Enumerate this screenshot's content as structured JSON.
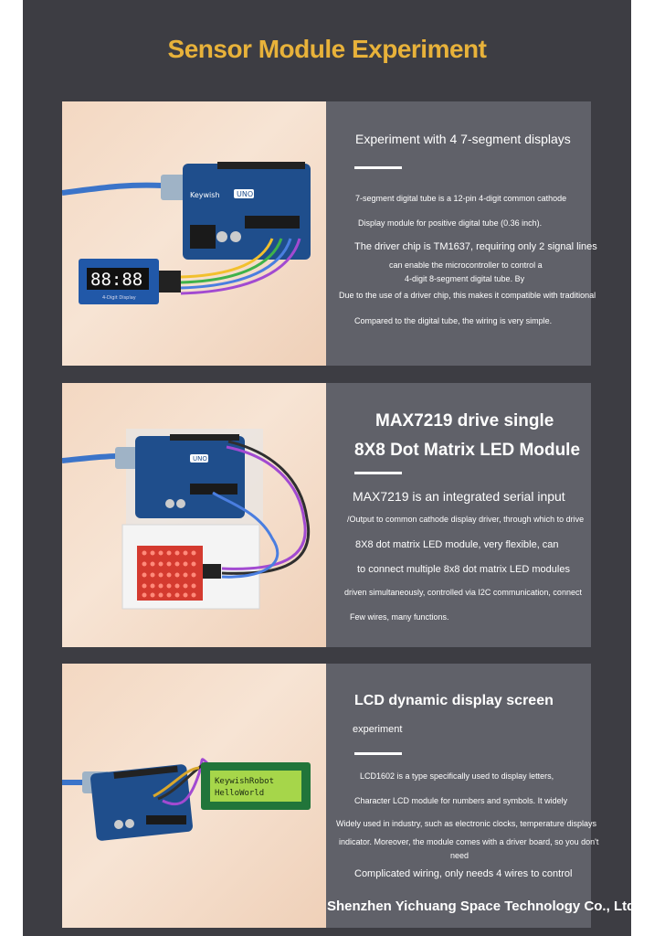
{
  "page_title": "Sensor Module Experiment",
  "sections": [
    {
      "heading": "Experiment with 4 7-segment displays",
      "lines": [
        "7-segment digital tube is a 12-pin 4-digit common cathode",
        "Display module for positive digital tube (0.36 inch).",
        "The driver chip is TM1637, requiring only 2 signal lines",
        "can enable the microcontroller to control a",
        "4-digit 8-segment digital tube. By",
        "Due to the use of a driver chip, this makes it compatible with traditional",
        "Compared to the digital tube, the wiring is very simple."
      ],
      "photo": {
        "display_text": "88:88",
        "board_label": "UNO",
        "module_label": "4-Digit Display"
      }
    },
    {
      "heading_line1": "MAX7219 drive single",
      "heading_line2": "8X8 Dot Matrix LED Module",
      "lines": [
        "MAX7219 is an integrated serial input",
        "/Output to common cathode display driver, through which to drive",
        "8X8 dot matrix LED module, very flexible, can",
        "to connect multiple 8x8 dot matrix LED modules",
        "driven simultaneously, controlled via I2C communication, connect",
        "Few wires, many functions."
      ],
      "photo": {
        "board_label": "UNO"
      }
    },
    {
      "heading_line1": "LCD dynamic display screen",
      "heading_line2": "experiment",
      "lines": [
        "LCD1602 is a type specifically used to display letters,",
        "Character LCD module for numbers and symbols. It widely",
        "Widely used in industry, such as electronic clocks, temperature displays",
        "indicator. Moreover, the module comes with a driver board, so you don't",
        "need",
        "Complicated wiring, only needs 4 wires to control"
      ],
      "photo": {
        "lcd_line1": "KeywishRobot",
        "lcd_line2": "HelloWorld"
      }
    }
  ],
  "footer": "Shenzhen Yichuang Space Technology Co., Ltd.",
  "colors": {
    "background": "#3d3d43",
    "panel": "#606169",
    "title": "#e8b23a"
  }
}
